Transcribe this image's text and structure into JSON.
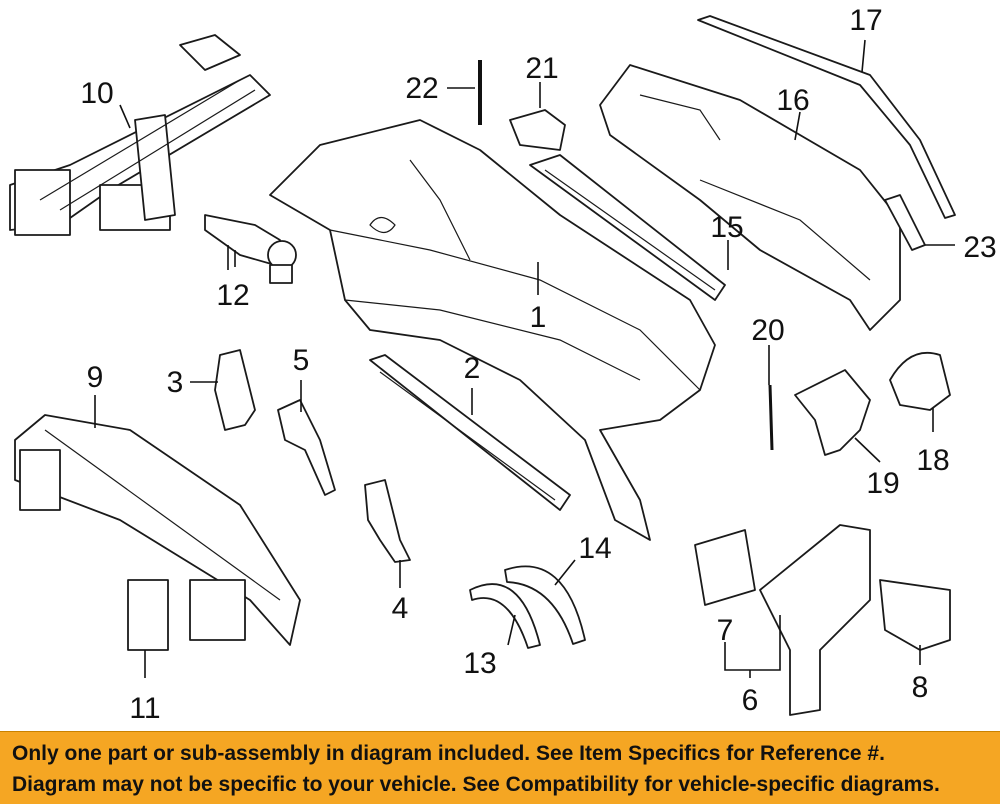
{
  "diagram": {
    "callouts": [
      "1",
      "2",
      "3",
      "4",
      "5",
      "6",
      "7",
      "8",
      "9",
      "10",
      "11",
      "12",
      "13",
      "14",
      "15",
      "16",
      "17",
      "18",
      "19",
      "20",
      "21",
      "22",
      "23"
    ]
  },
  "disclaimer": {
    "line1": "Only one part or sub-assembly in diagram included. See Item Specifics for Reference #.",
    "line2": "Diagram may not be specific to your vehicle. See Compatibility for vehicle-specific diagrams."
  },
  "colors": {
    "banner": "#f5a623",
    "ink": "#111111",
    "background": "#ffffff"
  }
}
